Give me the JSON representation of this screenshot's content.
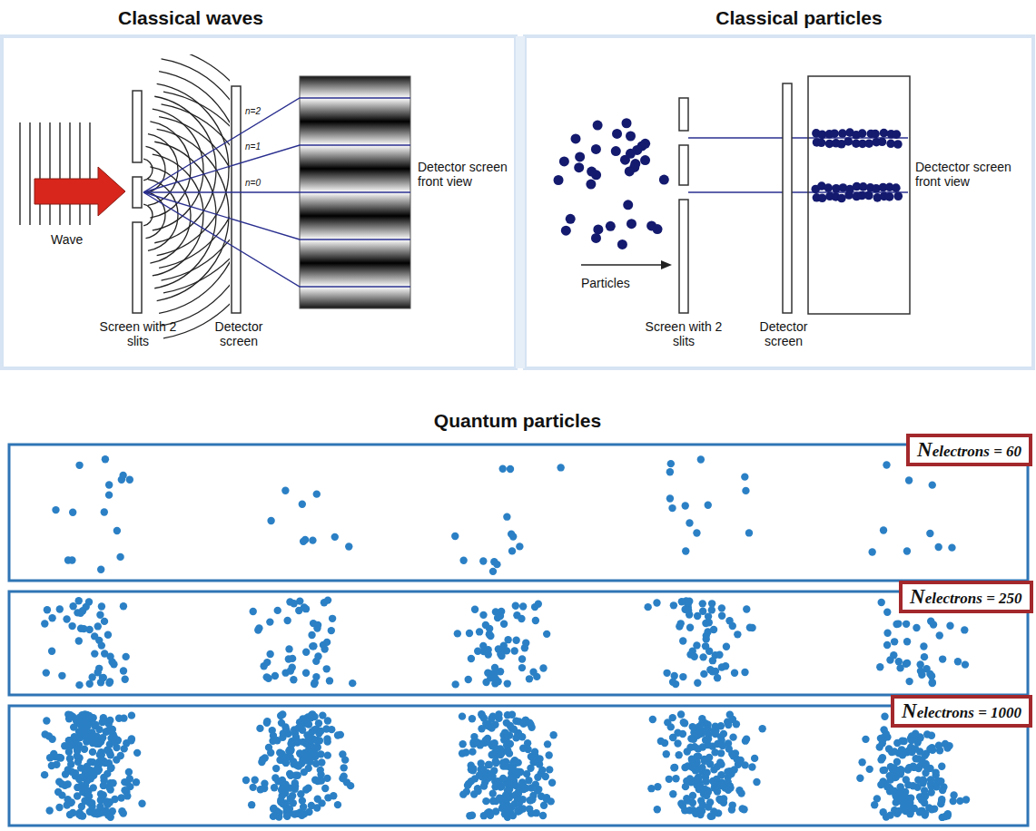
{
  "diagram": {
    "nodes": [
      {
        "text": [
          "Nelectrons = 60"
        ]
      },
      {
        "text": [
          "Nelectrons = 250"
        ]
      },
      {
        "text": [
          "Nelectrons = 1000"
        ]
      }
    ],
    "labels": [
      "Classical waves",
      "Classical particles",
      "n=2",
      "n=1",
      "n=0",
      "Detector screen front view",
      "Wave",
      "Screen with 2 slits",
      "Detector screen",
      "Dectector screen front view",
      "Particles",
      "Screen with 2 slits",
      "Detector screen",
      "Quantum particles"
    ]
  }
}
